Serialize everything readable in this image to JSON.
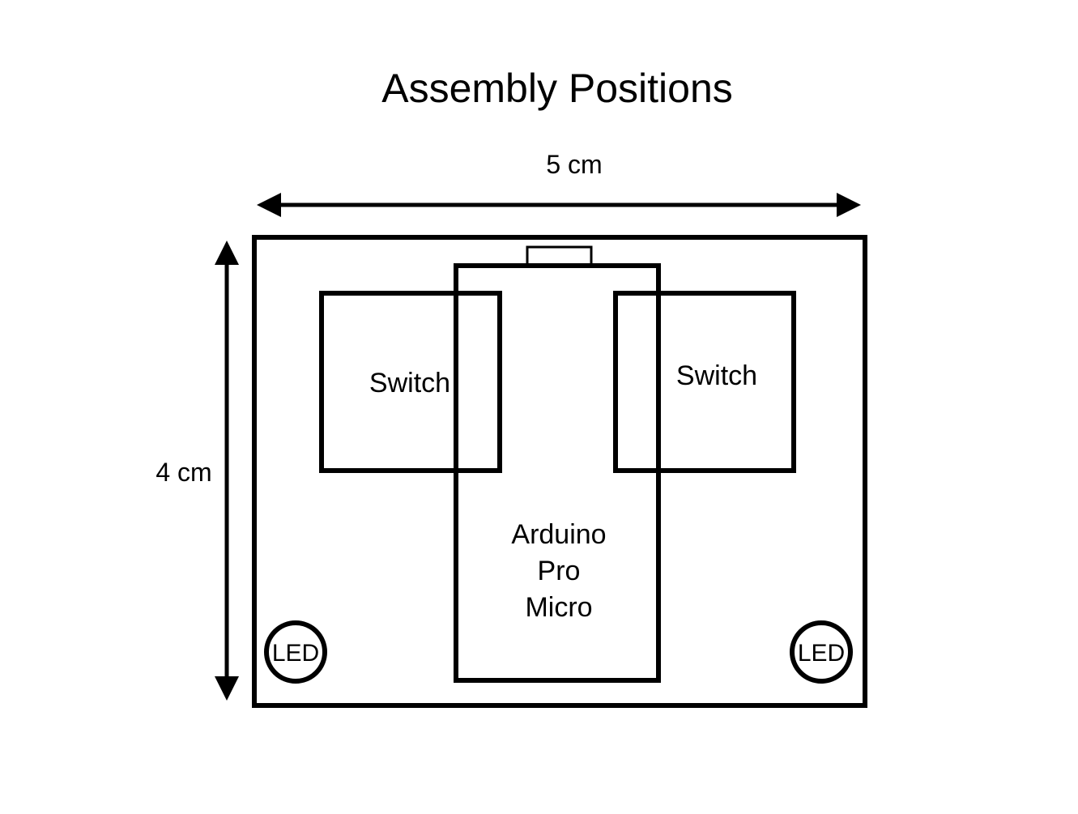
{
  "title": "Assembly Positions",
  "dimensions": {
    "width_label": "5 cm",
    "height_label": "4 cm"
  },
  "components": {
    "switch_left": "Switch",
    "switch_right": "Switch",
    "arduino": [
      "Arduino",
      "Pro",
      "Micro"
    ],
    "led_left": "LED",
    "led_right": "LED"
  },
  "colors": {
    "stroke": "#000000",
    "background": "#ffffff"
  }
}
